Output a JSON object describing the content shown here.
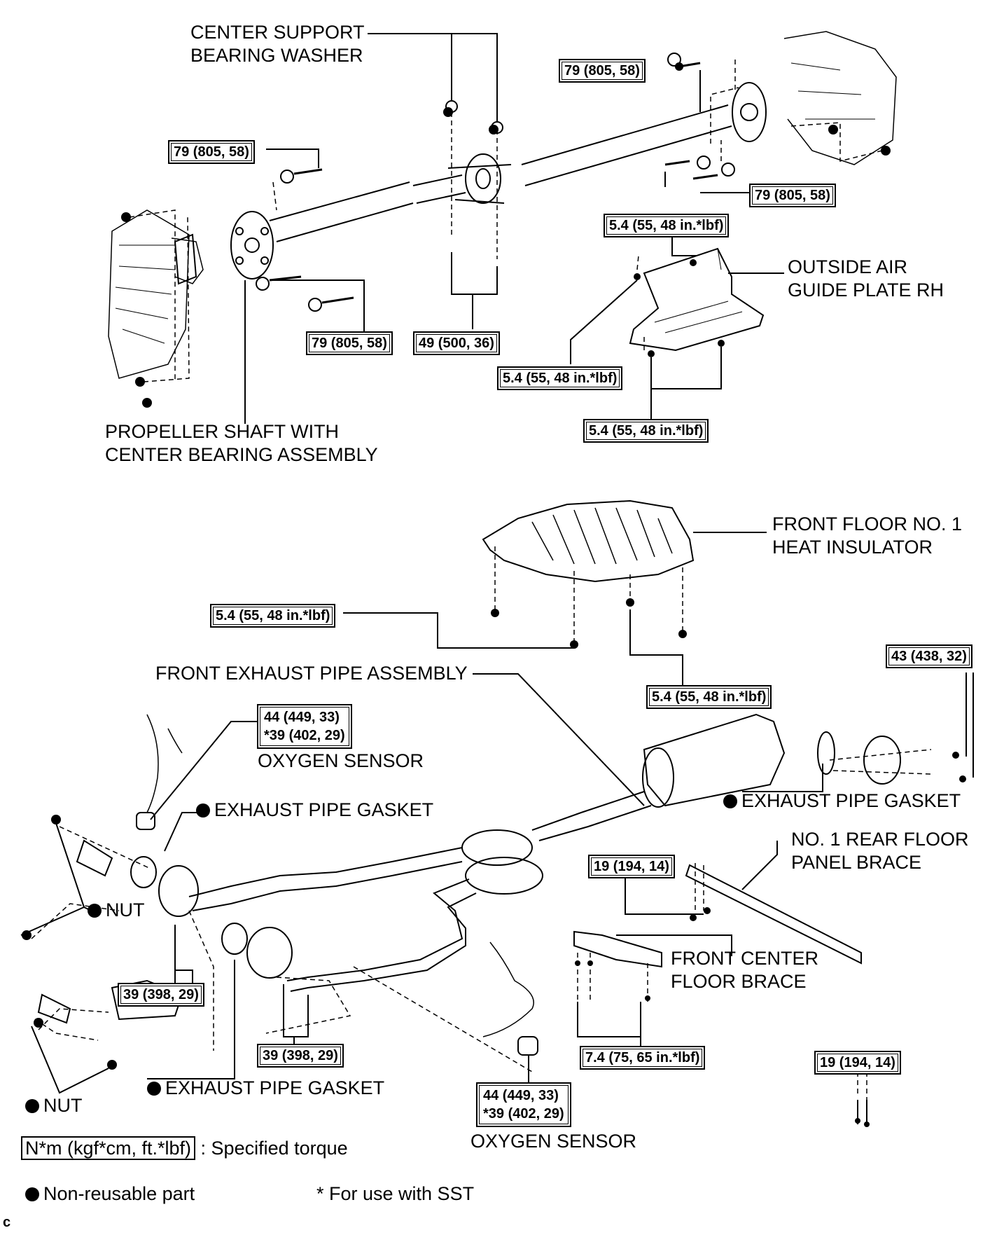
{
  "upper": {
    "center_support_bearing_washer": [
      "CENTER SUPPORT",
      "BEARING WASHER"
    ],
    "propeller_shaft": [
      "PROPELLER SHAFT WITH",
      "CENTER BEARING ASSEMBLY"
    ],
    "outside_air_guide_plate": [
      "OUTSIDE AIR",
      "GUIDE PLATE RH"
    ],
    "torques": {
      "t79_top_right": "79 (805, 58)",
      "t79_left": "79 (805, 58)",
      "t79_right": "79 (805, 58)",
      "t79_bottom": "79 (805, 58)",
      "t49": "49 (500, 36)",
      "t54_guide_top": "5.4 (55, 48 in.*lbf)",
      "t54_guide_left": "5.4 (55, 48 in.*lbf)",
      "t54_guide_bottom": "5.4 (55, 48 in.*lbf)"
    }
  },
  "lower": {
    "front_floor_insulator": [
      "FRONT FLOOR NO. 1",
      "HEAT INSULATOR"
    ],
    "front_exhaust_pipe": "FRONT EXHAUST PIPE ASSEMBLY",
    "oxygen_sensor_top": "OXYGEN SENSOR",
    "oxygen_sensor_bottom": "OXYGEN SENSOR",
    "exhaust_gasket_left": "EXHAUST PIPE GASKET",
    "exhaust_gasket_right": "EXHAUST PIPE GASKET",
    "exhaust_gasket_bottom": "EXHAUST PIPE GASKET",
    "nut_top": "NUT",
    "nut_bottom": "NUT",
    "rear_floor_brace": [
      "NO. 1 REAR FLOOR",
      "PANEL BRACE"
    ],
    "front_center_brace": [
      "FRONT CENTER",
      "FLOOR BRACE"
    ],
    "torques": {
      "t54_insul_left": "5.4 (55, 48 in.*lbf)",
      "t54_insul_right": "5.4 (55, 48 in.*lbf)",
      "t43": "43 (438, 32)",
      "o2_top_line1": "44 (449, 33)",
      "o2_top_line2": "*39 (402, 29)",
      "o2_bottom_line1": "44 (449, 33)",
      "o2_bottom_line2": "*39 (402, 29)",
      "t39_left": "39 (398, 29)",
      "t39_center": "39 (398, 29)",
      "t19_top": "19 (194, 14)",
      "t19_bottom": "19 (194, 14)",
      "t74": "7.4 (75, 65 in.*lbf)"
    }
  },
  "legend": {
    "torque_unit": "N*m (kgf*cm, ft.*lbf)",
    "torque_desc": ": Specified torque",
    "non_reusable": "Non-reusable part",
    "sst_note": "* For use with SST",
    "corner_mark": "c"
  }
}
